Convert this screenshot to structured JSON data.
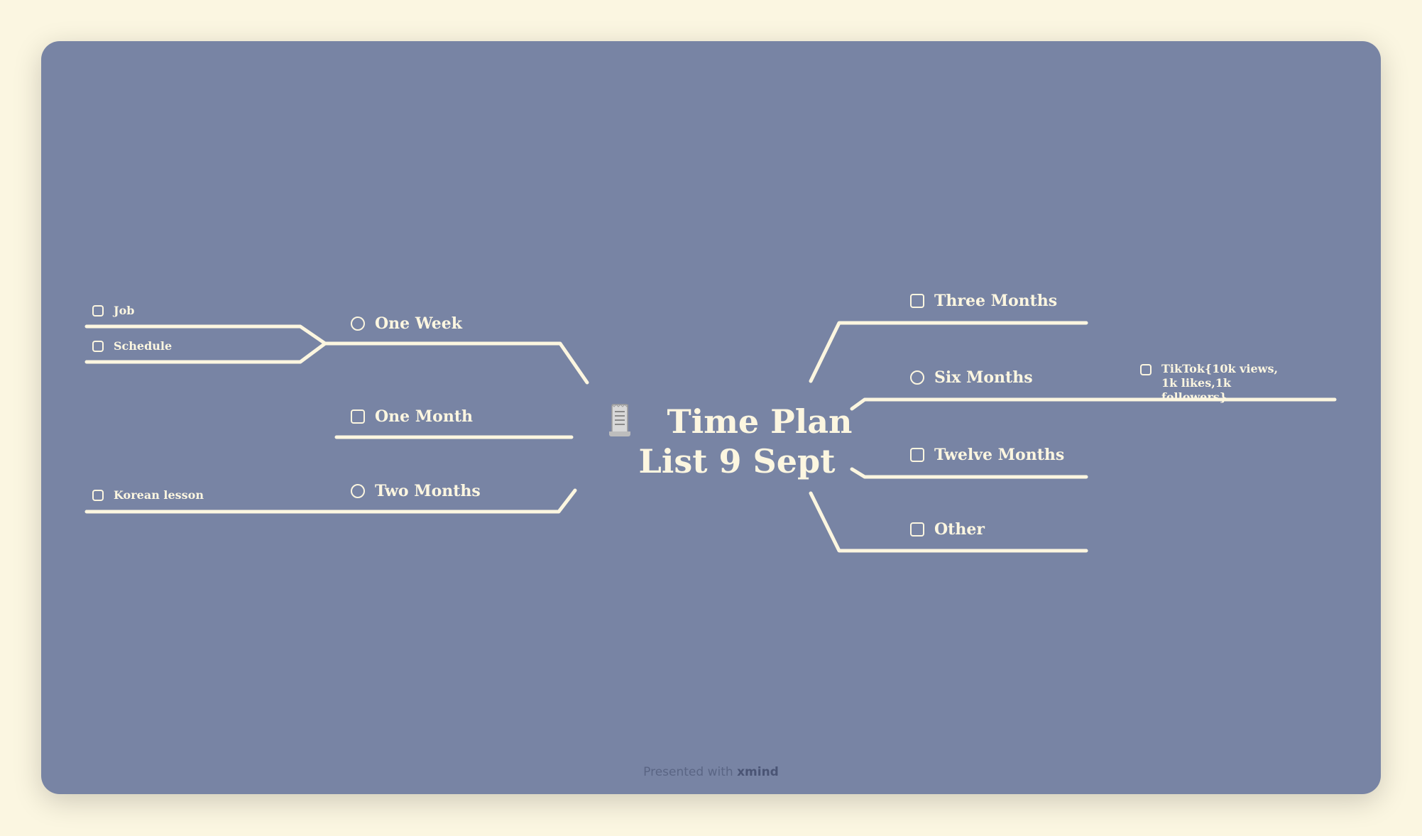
{
  "central_topic": {
    "line1": "Time Plan",
    "line2": "List  9 Sept",
    "icon": "receipt-icon"
  },
  "left_topics": [
    {
      "label": "One Week",
      "marker": "circle"
    },
    {
      "label": "One Month",
      "marker": "box"
    },
    {
      "label": "Two Months",
      "marker": "circle"
    }
  ],
  "left_subtopics": {
    "one_week": [
      {
        "label": "Job",
        "marker": "box"
      },
      {
        "label": "Schedule",
        "marker": "box"
      }
    ],
    "two_months": [
      {
        "label": "Korean lesson",
        "marker": "box"
      }
    ]
  },
  "right_topics": [
    {
      "label": "Three Months",
      "marker": "box"
    },
    {
      "label": "Six Months",
      "marker": "circle"
    },
    {
      "label": "Twelve Months",
      "marker": "box"
    },
    {
      "label": "Other",
      "marker": "box"
    }
  ],
  "right_subtopics": {
    "six_months": [
      {
        "label": "TikTok{10k views, 1k likes,1k followers}",
        "marker": "box"
      }
    ]
  },
  "footer": {
    "prefix": "Presented with",
    "brand": "xmind"
  },
  "colors": {
    "background": "#fbf6e1",
    "canvas": "#7884a4",
    "branch": "#fcf6e0",
    "text": "#fcf6e0"
  }
}
